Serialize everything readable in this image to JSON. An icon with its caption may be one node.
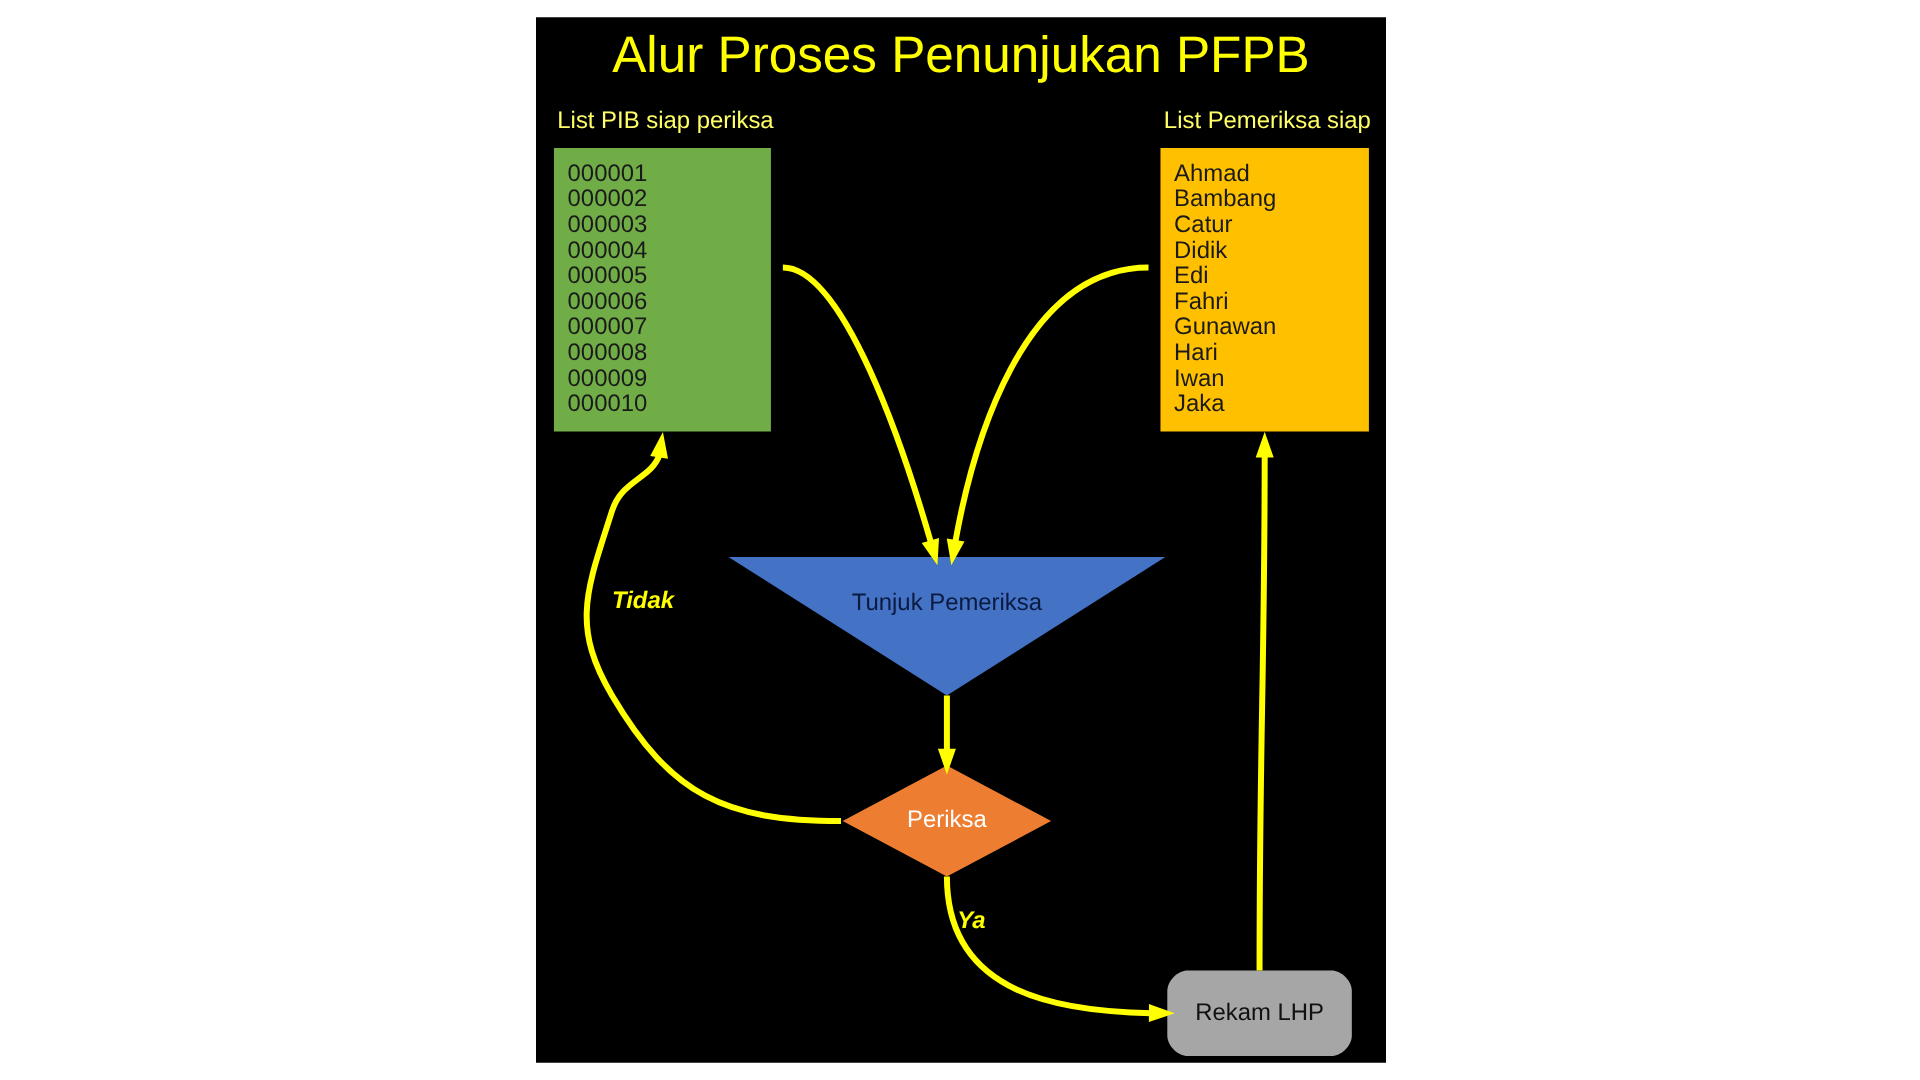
{
  "diagram": {
    "title": "Alur Proses Penunjukan PFPB",
    "nodes": [
      {
        "text": [
          "List PIB siap periksa",
          "000001",
          "000002",
          "000003",
          "000004",
          "000005",
          "000006",
          "000007",
          "000008",
          "000009",
          "000010"
        ]
      },
      {
        "text": [
          "List Pemeriksa siap",
          "Ahmad",
          "Bambang",
          "Catur",
          "Didik",
          "Edi",
          "Fahri",
          "Gunawan",
          "Hari",
          "Iwan",
          "Jaka"
        ]
      },
      {
        "text": [
          "Tunjuk Pemeriksa"
        ]
      },
      {
        "text": [
          "Periksa"
        ]
      },
      {
        "text": [
          "Rekam LHP"
        ]
      }
    ],
    "edges": [
      {
        "from": 0,
        "to": 2,
        "arrow": "to"
      },
      {
        "from": 1,
        "to": 2,
        "arrow": "to"
      },
      {
        "from": 2,
        "to": 3,
        "arrow": "to"
      },
      {
        "from": 3,
        "to": 0,
        "arrow": "to",
        "label": "Tidak"
      },
      {
        "from": 3,
        "to": 4,
        "arrow": "to",
        "label": "Ya"
      },
      {
        "from": 4,
        "to": 1,
        "arrow": "to"
      }
    ]
  }
}
